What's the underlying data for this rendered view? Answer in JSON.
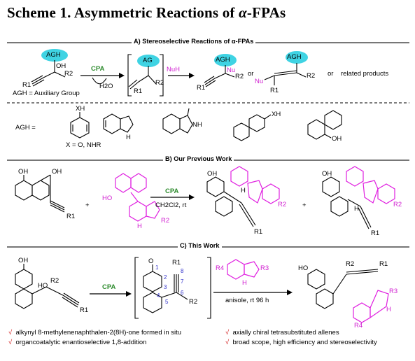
{
  "title_prefix": "Scheme 1. Asymmetric Reactions of ",
  "title_alpha": "α",
  "title_suffix": "-FPAs",
  "section_a": "A) Stereoselective Reactions of α-FPAs",
  "section_b": "B) Our Previous Work",
  "section_c": "C) This Work",
  "a": {
    "agh": "AGH",
    "oh": "OH",
    "r1": "R1",
    "r2": "R2",
    "agh_def": "AGH = Auxiliary Group",
    "cpa": "CPA",
    "h2o": "H2O",
    "ag": "AG",
    "nuh": "NuH",
    "nu": "Nu",
    "or1": "or",
    "or2": "or",
    "related": "related products",
    "agh_eq": "AGH  =",
    "xh": "XH",
    "x_def": "X = O, NHR",
    "nh": "NH",
    "h": "H",
    "oh2": "OH"
  },
  "b": {
    "oh": "OH",
    "plus1": "+",
    "plus2": "+",
    "ho": "HO",
    "r1": "R1",
    "r2": "R2",
    "h": "H",
    "cpa": "CPA",
    "solvent": "CH2Cl2, rt"
  },
  "c": {
    "oh": "OH",
    "ho": "HO",
    "r1": "R1",
    "r2": "R2",
    "r3": "R3",
    "r4": "R4",
    "h": "H",
    "cpa": "CPA",
    "conditions": "anisole, rt 96 h",
    "nums": [
      "1",
      "2",
      "3",
      "4",
      "5",
      "6",
      "7",
      "8"
    ],
    "o": "O",
    "bullets_left": [
      "alkynyl 8-methylenenaphthalen-2(8H)-one formed in situ",
      "organcoatalytic enantioselective 1,8-addition"
    ],
    "bullets_right": [
      "axially chiral tetrasubstituted allenes",
      "broad scope, high efficiency and stereoselectivity"
    ],
    "check": "√"
  }
}
